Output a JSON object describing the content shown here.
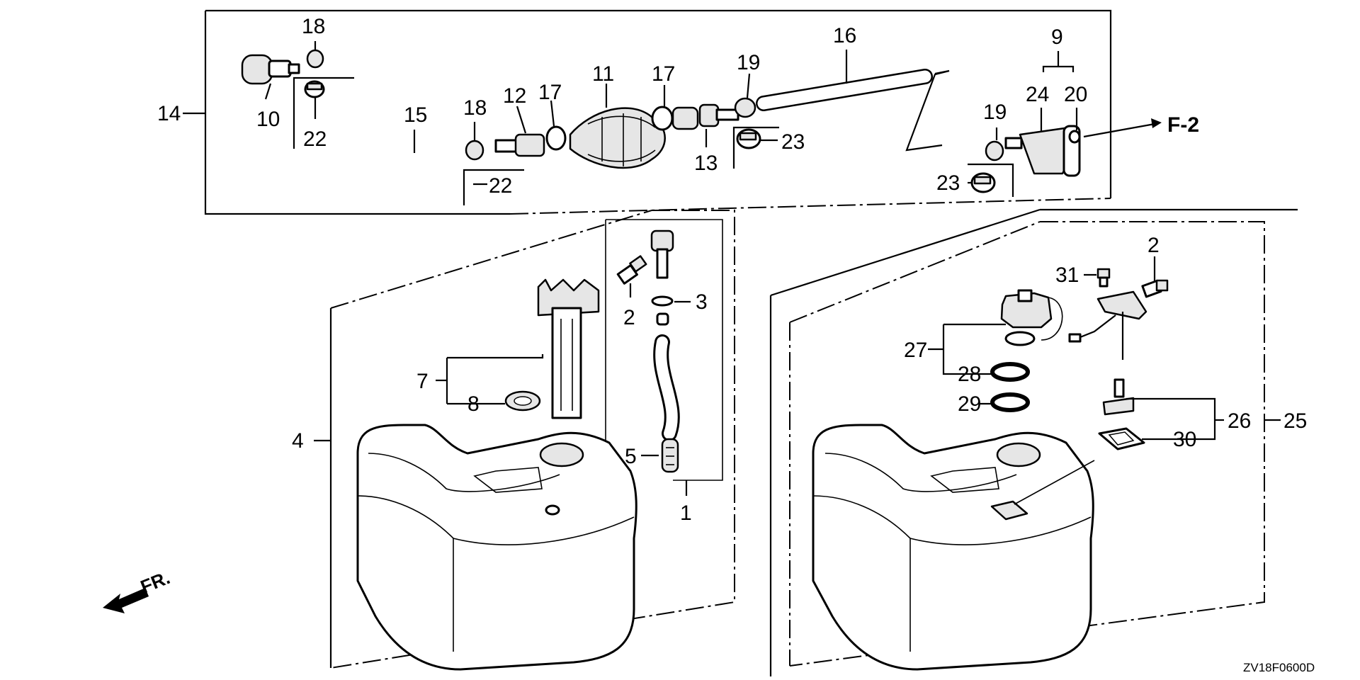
{
  "callouts": {
    "c1": "1",
    "c2a": "2",
    "c2b": "2",
    "c3": "3",
    "c4": "4",
    "c5": "5",
    "c7": "7",
    "c8": "8",
    "c9": "9",
    "c10": "10",
    "c11": "11",
    "c12": "12",
    "c13": "13",
    "c14": "14",
    "c15": "15",
    "c16": "16",
    "c17a": "17",
    "c17b": "17",
    "c18a": "18",
    "c18b": "18",
    "c19a": "19",
    "c19b": "19",
    "c20": "20",
    "c22a": "22",
    "c22b": "22",
    "c23a": "23",
    "c23b": "23",
    "c24": "24",
    "c25": "25",
    "c26": "26",
    "c27": "27",
    "c28": "28",
    "c29": "29",
    "c30": "30",
    "c31": "31"
  },
  "reference": "F-2",
  "front_marker": "FR.",
  "drawing_code": "ZV18F0600D",
  "icons": {
    "front_arrow": "arrow-left-down-icon",
    "reference_arrow": "arrow-right-icon"
  }
}
